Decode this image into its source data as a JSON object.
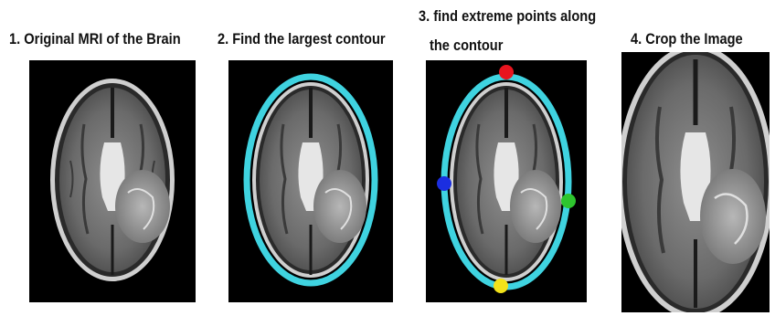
{
  "steps": [
    {
      "title": "1. Original MRI of the Brain"
    },
    {
      "title": "2. Find the largest contour"
    },
    {
      "title_line1": "3. find extreme points along",
      "title_line2": "the contour"
    },
    {
      "title": "4. Crop the Image"
    }
  ],
  "panels": [
    {
      "name": "original-mri",
      "description": "axial T2 brain MRI on black background"
    },
    {
      "name": "largest-contour",
      "contour_color": "#3fd3e0"
    },
    {
      "name": "extreme-points",
      "contour_color": "#3fd3e0",
      "points": [
        {
          "side": "top",
          "color": "#e8141e"
        },
        {
          "side": "left",
          "color": "#1b2ee0"
        },
        {
          "side": "right",
          "color": "#2ec52e"
        },
        {
          "side": "bottom",
          "color": "#f2e21a"
        }
      ]
    },
    {
      "name": "cropped-image",
      "description": "brain cropped to extreme points"
    }
  ]
}
